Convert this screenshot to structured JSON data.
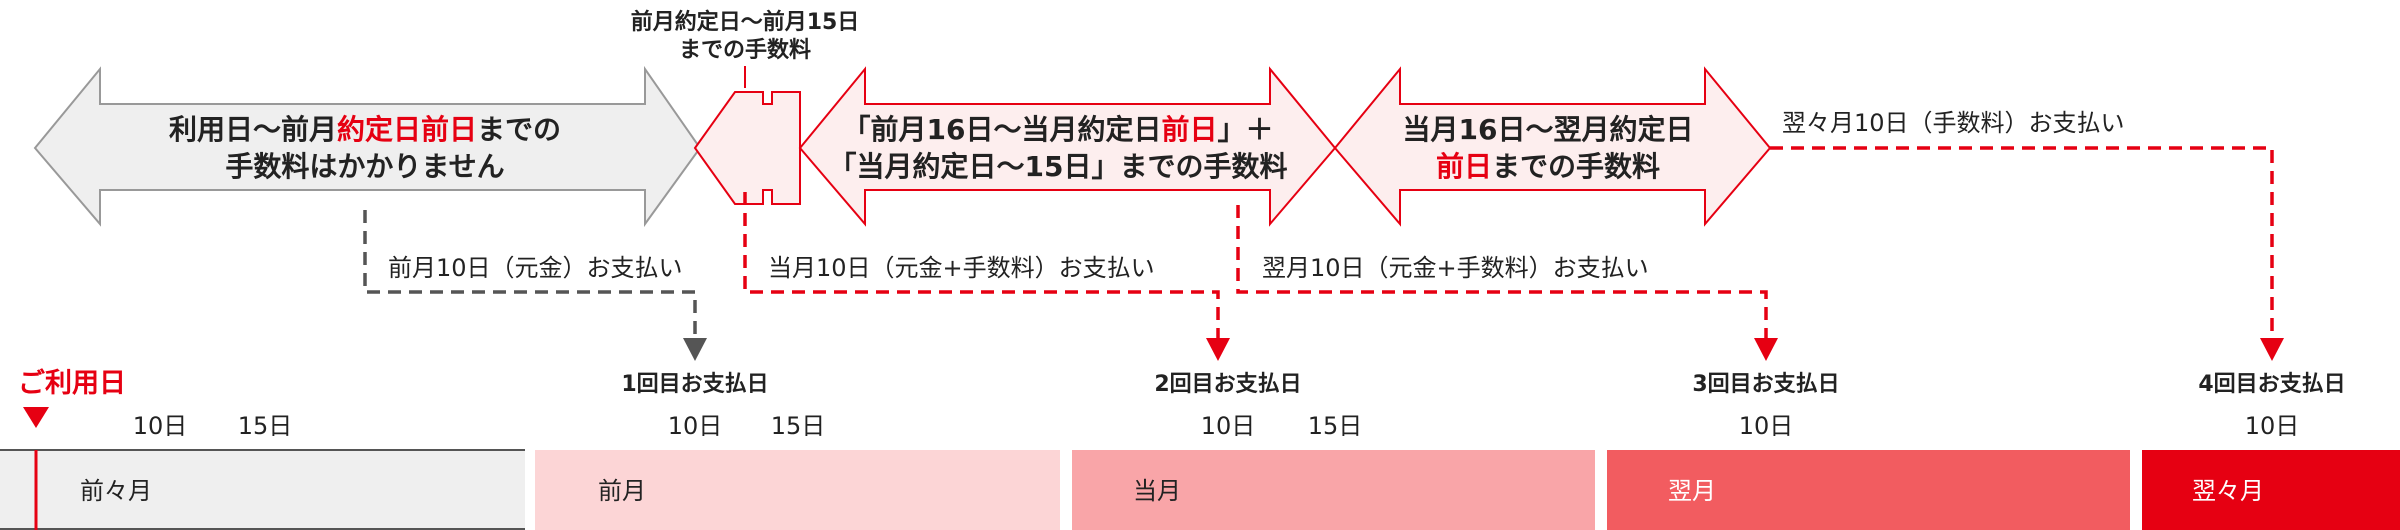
{
  "top_note": {
    "line1": "前月約定日〜前月15日",
    "line2": "までの手数料"
  },
  "arrow1": {
    "line1_a": "利用日〜前月",
    "line1_b": "約定日前日",
    "line1_c": "までの",
    "line2": "手数料はかかりません"
  },
  "arrow3": {
    "line1_a": "「前月16日〜当月約定日",
    "line1_b": "前日",
    "line1_c": "」＋",
    "line2": "「当月約定日〜15日」までの手数料"
  },
  "arrow4": {
    "line1": "当月16日〜翌月約定日",
    "line2_a": "前日",
    "line2_b": "までの手数料"
  },
  "flow_labels": {
    "f1": "前月10日（元金）お支払い",
    "f2": "当月10日（元金+手数料）お支払い",
    "f3": "翌月10日（元金+手数料）お支払い",
    "f4": "翌々月10日（手数料）お支払い"
  },
  "usage_day": "ご利用日",
  "payments": [
    {
      "label": "1回目お支払日",
      "days": [
        "10日",
        "15日"
      ]
    },
    {
      "label": "2回目お支払日",
      "days": [
        "10日",
        "15日"
      ]
    },
    {
      "label": "3回目お支払日",
      "days": [
        "10日"
      ]
    },
    {
      "label": "4回目お支払日",
      "days": [
        "10日"
      ]
    }
  ],
  "start_days": [
    "10日",
    "15日"
  ],
  "months": [
    {
      "label": "前々月",
      "color": "#efefef"
    },
    {
      "label": "前月",
      "color": "#fcd5d6"
    },
    {
      "label": "当月",
      "color": "#f9a5a8"
    },
    {
      "label": "翌月",
      "color": "#f25c60"
    },
    {
      "label": "翌々月",
      "color": "#e60012"
    }
  ],
  "colors": {
    "accent": "#e60012",
    "gray_arrow": "#efefef",
    "pink_arrow": "#fdeeee"
  }
}
